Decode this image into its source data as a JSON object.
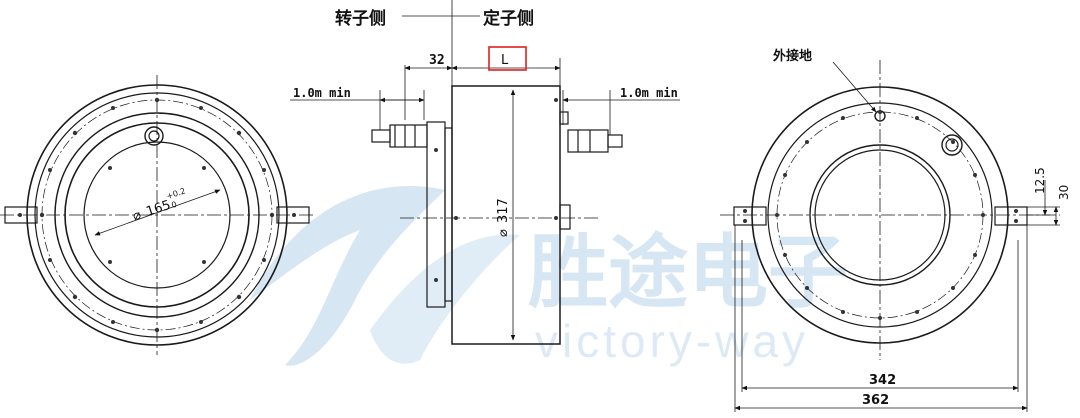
{
  "labels": {
    "rotor_side": "转子侧",
    "stator_side": "定子侧",
    "external_ground": "外接地",
    "dim_32": "32",
    "dim_L": "L",
    "clearance_left": "1.0m min",
    "clearance_right": "1.0m min",
    "dia_317": "317",
    "dia_165": "165",
    "tol_upper": "+0.2",
    "tol_lower": "0",
    "dim_12_5": "12.5",
    "dim_30": "30",
    "dim_342": "342",
    "dim_362": "362"
  },
  "watermark": {
    "cn": "胜途电子",
    "en": "victory-way"
  },
  "colors": {
    "line": "#1a1a1a",
    "highlight_box": "#e02020",
    "watermark": "#bcd6ec"
  }
}
